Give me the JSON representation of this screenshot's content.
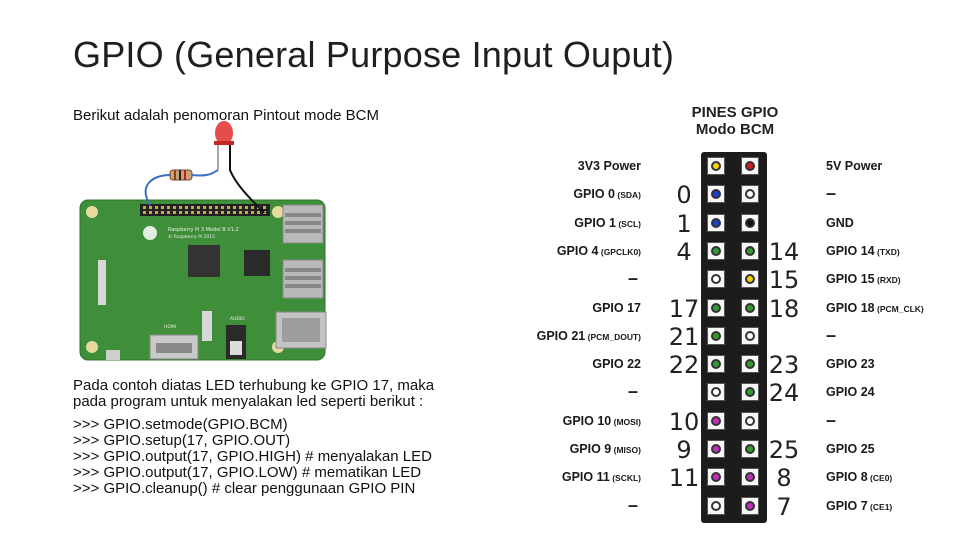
{
  "slide": {
    "title": "GPIO (General Purpose Input Ouput)",
    "subtitle": "Berikut adalah penomoran Pintout mode BCM",
    "paragraph": [
      "Pada contoh diatas LED terhubung ke GPIO 17, maka",
      "pada program untuk menyalakan led seperti berikut :"
    ],
    "code": [
      ">>> GPIO.setmode(GPIO.BCM)",
      ">>> GPIO.setup(17, GPIO.OUT)",
      ">>> GPIO.output(17, GPIO.HIGH) # menyalakan LED",
      ">>> GPIO.output(17, GPIO.LOW) # mematikan LED",
      ">>> GPIO.cleanup() # clear penggunaan GPIO PIN"
    ]
  },
  "board_illustration": {
    "chip_text_1": "Raspberry Pi 3 Model B V1.2",
    "chip_text_2": "© Raspberry Pi 2015",
    "port_hdmi": "HDMI",
    "port_audio": "AUDIO"
  },
  "pinout": {
    "title_line1": "PINES GPIO",
    "title_line2": "Modo BCM",
    "left": [
      {
        "name": "3V3 Power",
        "sub": "",
        "num": ""
      },
      {
        "name": "GPIO 0",
        "sub": "(SDA)",
        "num": "0"
      },
      {
        "name": "GPIO 1",
        "sub": "(SCL)",
        "num": "1"
      },
      {
        "name": "GPIO 4",
        "sub": "(GPCLK0)",
        "num": "4"
      },
      {
        "name": "–",
        "sub": "",
        "num": ""
      },
      {
        "name": "GPIO 17",
        "sub": "",
        "num": "17"
      },
      {
        "name": "GPIO 21",
        "sub": "(PCM_DOUT)",
        "num": "21"
      },
      {
        "name": "GPIO 22",
        "sub": "",
        "num": "22"
      },
      {
        "name": "–",
        "sub": "",
        "num": ""
      },
      {
        "name": "GPIO 10",
        "sub": "(MOSI)",
        "num": "10"
      },
      {
        "name": "GPIO 9",
        "sub": "(MISO)",
        "num": "9"
      },
      {
        "name": "GPIO 11",
        "sub": "(SCKL)",
        "num": "11"
      },
      {
        "name": "–",
        "sub": "",
        "num": ""
      }
    ],
    "right": [
      {
        "name": "5V Power",
        "sub": "",
        "num": ""
      },
      {
        "name": "–",
        "sub": "",
        "num": ""
      },
      {
        "name": "GND",
        "sub": "",
        "num": ""
      },
      {
        "name": "GPIO 14",
        "sub": "(TXD)",
        "num": "14"
      },
      {
        "name": "GPIO 15",
        "sub": "(RXD)",
        "num": "15"
      },
      {
        "name": "GPIO 18",
        "sub": "(PCM_CLK)",
        "num": "18"
      },
      {
        "name": "–",
        "sub": "",
        "num": ""
      },
      {
        "name": "GPIO 23",
        "sub": "",
        "num": "23"
      },
      {
        "name": "GPIO 24",
        "sub": "",
        "num": "24"
      },
      {
        "name": "–",
        "sub": "",
        "num": ""
      },
      {
        "name": "GPIO 25",
        "sub": "",
        "num": "25"
      },
      {
        "name": "GPIO 8",
        "sub": "(CE0)",
        "num": "8"
      },
      {
        "name": "GPIO 7",
        "sub": "(CE1)",
        "num": "7"
      }
    ],
    "left_pin_colors": [
      "#f2d400",
      "#1a3fd1",
      "#1a3fd1",
      "#2e9e2e",
      "#ffffff",
      "#2e9e2e",
      "#2e9e2e",
      "#2e9e2e",
      "#ffffff",
      "#c02ec0",
      "#c02ec0",
      "#c02ec0",
      "#ffffff"
    ],
    "right_pin_colors": [
      "#d11a1a",
      "#ffffff",
      "#111111",
      "#2e9e2e",
      "#f2d400",
      "#2e9e2e",
      "#ffffff",
      "#2e9e2e",
      "#2e9e2e",
      "#ffffff",
      "#2e9e2e",
      "#c02ec0",
      "#c02ec0"
    ]
  }
}
